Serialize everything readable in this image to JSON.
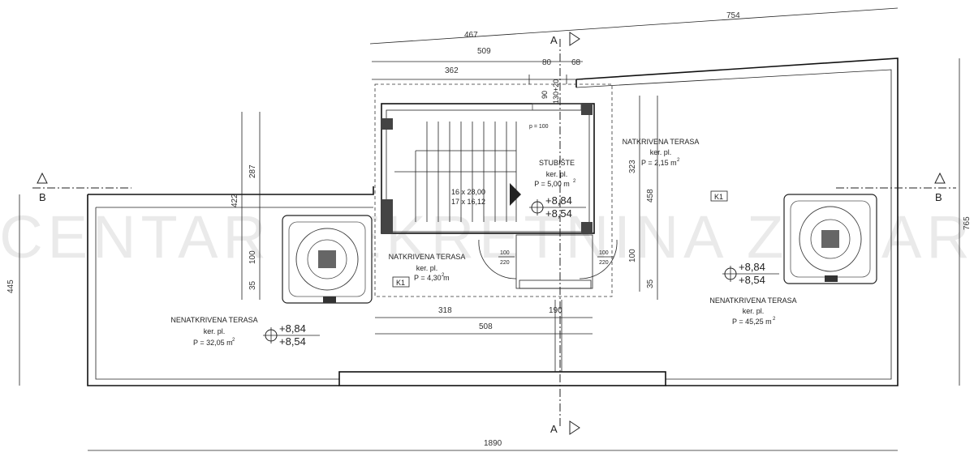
{
  "watermark": "CENTAR NEKRETNINA ZADAR",
  "dimensions": {
    "d467": "467",
    "d754": "754",
    "d509": "509",
    "d362": "362",
    "d80": "80",
    "d68": "68",
    "d318": "318",
    "d190": "190",
    "d508": "508",
    "d1890": "1890",
    "d445": "445",
    "d765": "765",
    "d422": "422",
    "d287": "287",
    "d100a": "100",
    "d35": "35",
    "d323": "323",
    "d458": "458",
    "d100b": "100",
    "d35b": "35",
    "d90": "90",
    "d130": "130+20"
  },
  "sections": {
    "a_top": "A",
    "a_bottom": "A",
    "b_left": "B",
    "b_right": "B"
  },
  "rooms": {
    "stair": {
      "name": "STUBIŠTE",
      "floor": "ker. pl.",
      "area": "P = 5,00 m",
      "exp": "2"
    },
    "covered_small": {
      "name": "NATKRIVENA TERASA",
      "floor": "ker. pl.",
      "area": "P = 4,30 m",
      "exp": "2",
      "tag": "K1"
    },
    "covered_right": {
      "name": "NATKRIVENA TERASA",
      "floor": "ker. pl.",
      "area": "P = 2,15 m",
      "exp": "2"
    },
    "open_left": {
      "name": "NENATKRIVENA TERASA",
      "floor": "ker. pl.",
      "area": "P = 32,05 m",
      "exp": "2"
    },
    "open_right": {
      "name": "NENATKRIVENA TERASA",
      "floor": "ker. pl.",
      "area": "P = 45,25 m",
      "exp": "2",
      "tag": "K1"
    }
  },
  "stairs": {
    "steps1": "16 x 28,00",
    "steps2": "17 x 16,12",
    "rail": "p = 100"
  },
  "levels": {
    "stair_top": "+8,84",
    "stair_bottom": "+8,54",
    "left_top": "+8,84",
    "left_bottom": "+8,54",
    "right_top": "+8,84",
    "right_bottom": "+8,54"
  },
  "door_dims": {
    "left_top": "100",
    "left_bottom": "220",
    "right_top": "100",
    "right_bottom": "220"
  }
}
